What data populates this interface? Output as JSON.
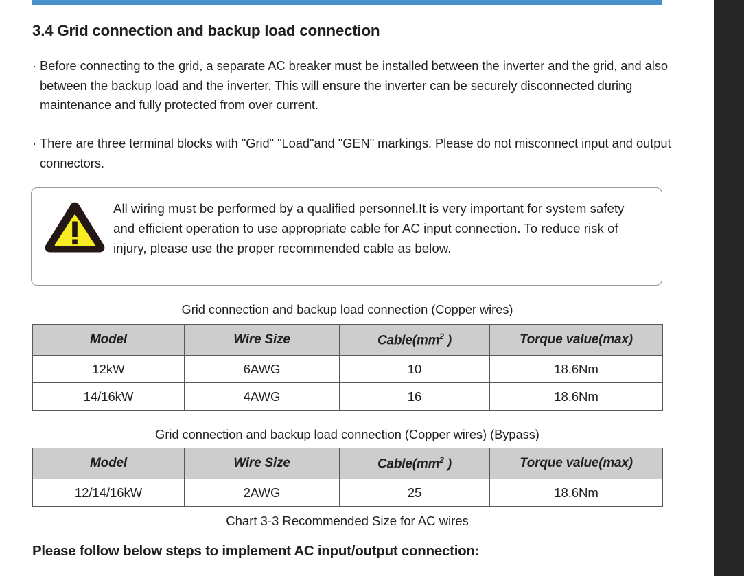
{
  "page": {
    "top_rule_color": "#4a90cb",
    "background": "#ffffff",
    "gutter_color": "#262626"
  },
  "heading": "3.4 Grid connection and backup load connection",
  "bullets": [
    {
      "marker": "·",
      "text": "Before connecting to the grid, a separate AC breaker must be installed between the inverter and the grid, and also between the backup load and the inverter. This will ensure the inverter can be securely disconnected during maintenance and fully protected from over current."
    },
    {
      "marker": "·",
      "text": "There are three terminal blocks with \"Grid\" \"Load\"and \"GEN\" markings. Please do not misconnect input and output connectors."
    }
  ],
  "note": {
    "icon": "warning-triangle-icon",
    "icon_fill": "#f7ec21",
    "icon_stroke": "#231815",
    "text": "All wiring must be performed by a qualified personnel.It is very important for system safety and efficient operation to use appropriate cable for AC input connection. To reduce risk of injury, please use the proper recommended cable as below."
  },
  "tables": [
    {
      "caption": "Grid connection and backup load connection (Copper wires)",
      "headers": [
        "Model",
        "Wire Size",
        "Cable(mm² )",
        "Torque value(max)"
      ],
      "header_parts": [
        {
          "text": "Model"
        },
        {
          "text": "Wire Size"
        },
        {
          "text": "Cable(mm",
          "sup": "2",
          "tail": " )"
        },
        {
          "text": "Torque value(max)"
        }
      ],
      "rows": [
        [
          "12kW",
          "6AWG",
          "10",
          "18.6Nm"
        ],
        [
          "14/16kW",
          "4AWG",
          "16",
          "18.6Nm"
        ]
      ]
    },
    {
      "caption": "Grid connection and backup load connection (Copper wires) (Bypass)",
      "headers": [
        "Model",
        "Wire Size",
        "Cable(mm² )",
        "Torque value(max)"
      ],
      "header_parts": [
        {
          "text": "Model"
        },
        {
          "text": "Wire Size"
        },
        {
          "text": "Cable(mm",
          "sup": "2",
          "tail": " )"
        },
        {
          "text": "Torque value(max)"
        }
      ],
      "rows": [
        [
          "12/14/16kW",
          "2AWG",
          "25",
          "18.6Nm"
        ]
      ]
    }
  ],
  "chart_caption": "Chart 3-3 Recommended Size for AC wires",
  "closing_line": "Please follow below steps to implement AC input/output connection:"
}
